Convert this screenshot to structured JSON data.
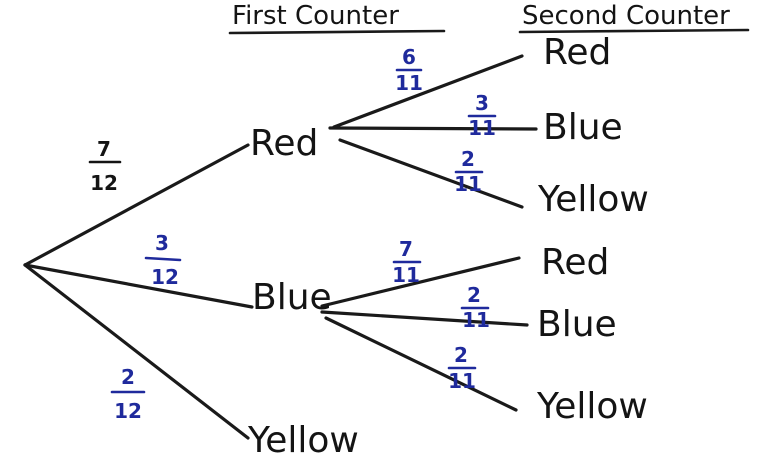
{
  "headers": {
    "first": "First Counter",
    "second": "Second Counter"
  },
  "colors": {
    "ink": "#141414",
    "probability_ink_black": "#141414",
    "probability_ink_blue": "#1f2a9c"
  },
  "first_draw": [
    {
      "label": "Red",
      "probability": {
        "num": "7",
        "den": "12"
      }
    },
    {
      "label": "Blue",
      "probability": {
        "num": "3",
        "den": "12"
      }
    },
    {
      "label": "Yellow",
      "probability": {
        "num": "2",
        "den": "12"
      }
    }
  ],
  "second_draw": {
    "red": [
      {
        "label": "Red",
        "probability": {
          "num": "6",
          "den": "11"
        }
      },
      {
        "label": "Blue",
        "probability": {
          "num": "3",
          "den": "11"
        }
      },
      {
        "label": "Yellow",
        "probability": {
          "num": "2",
          "den": "11"
        }
      }
    ],
    "blue": [
      {
        "label": "Red",
        "probability": {
          "num": "7",
          "den": "11"
        }
      },
      {
        "label": "Blue",
        "probability": {
          "num": "2",
          "den": "11"
        }
      },
      {
        "label": "Yellow",
        "probability": {
          "num": "2",
          "den": "11"
        }
      }
    ]
  }
}
